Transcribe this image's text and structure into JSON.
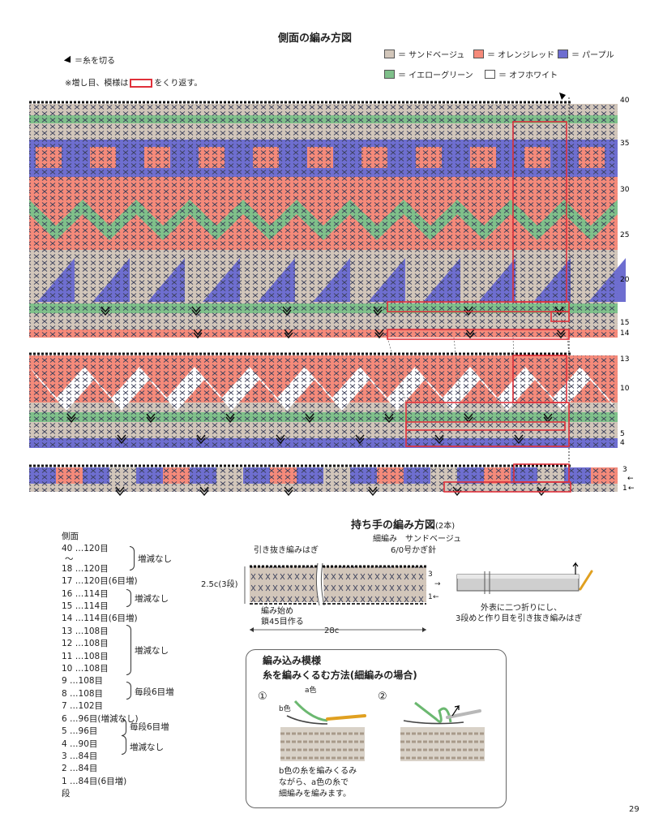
{
  "page": {
    "title": "側面の編み方図",
    "cut_note": "＝糸を切る",
    "repeat_note_prefix": "※増し目、模様は",
    "repeat_note_suffix": "をくり返す。",
    "page_number": "29"
  },
  "legend": [
    {
      "color": "#d2c6ba",
      "label": "＝ サンドベージュ"
    },
    {
      "color": "#f58a7a",
      "label": "＝ オレンジレッド"
    },
    {
      "color": "#6e6ed0",
      "label": "＝ パープル"
    },
    {
      "color": "#7fc08a",
      "label": "＝ イエローグリーン"
    },
    {
      "color": "#ffffff",
      "label": "＝ オフホワイト"
    }
  ],
  "row_labels": [
    "40",
    "35",
    "30",
    "25",
    "20",
    "15",
    "14",
    "13",
    "10",
    "5",
    "4",
    "3",
    "1"
  ],
  "row_arrows": [
    "←",
    "←"
  ],
  "counts": {
    "header": "側面",
    "rows": [
      "40 …120目",
      "〜",
      "18 …120目",
      "17 …120目(6目増)",
      "16 …114目",
      "15 …114目",
      "14 …114目(6目増)",
      "13 …108目",
      "12 …108目",
      "11 …108目",
      "10 …108目",
      "9 …108目",
      "8 …108目",
      "7 …102目",
      "6 …96目(増減なし)",
      "5 …96目",
      "4 …90目",
      "3 …84目",
      "2 …84目",
      "1 …84目(6目増)",
      "段"
    ],
    "brackets": [
      {
        "label": "増減なし"
      },
      {
        "label": "増減なし"
      },
      {
        "label": "増減なし"
      },
      {
        "label": "毎段6目増"
      },
      {
        "label": "毎段6目増"
      },
      {
        "label": "増減なし"
      }
    ]
  },
  "handle": {
    "title": "持ち手の編み方図",
    "title_suffix": "(2本)",
    "yarn_line1": "細編み　サンドベージュ",
    "yarn_line2": "6/0号かぎ針",
    "slip_join": "引き抜き編みはぎ",
    "height": "2.5c(3段)",
    "start1": "編み始め",
    "start2": "鎖45目作る",
    "width": "28c",
    "row3": "3",
    "row1": "1",
    "arrow_right": "→",
    "arrow_left": "←",
    "fold_note1": "外表に二つ折りにし、",
    "fold_note2": "3段めと作り目を引き抜き編みはぎ"
  },
  "technique": {
    "title": "編み込み模様",
    "subtitle": "糸を編みくるむ方法(細編みの場合)",
    "step1": "①",
    "step2": "②",
    "a_color": "a色",
    "b_color": "b色",
    "note1": "b色の糸を編みくるみ",
    "note2": "ながら、a色の糸で",
    "note3": "細編みを編みます。"
  }
}
